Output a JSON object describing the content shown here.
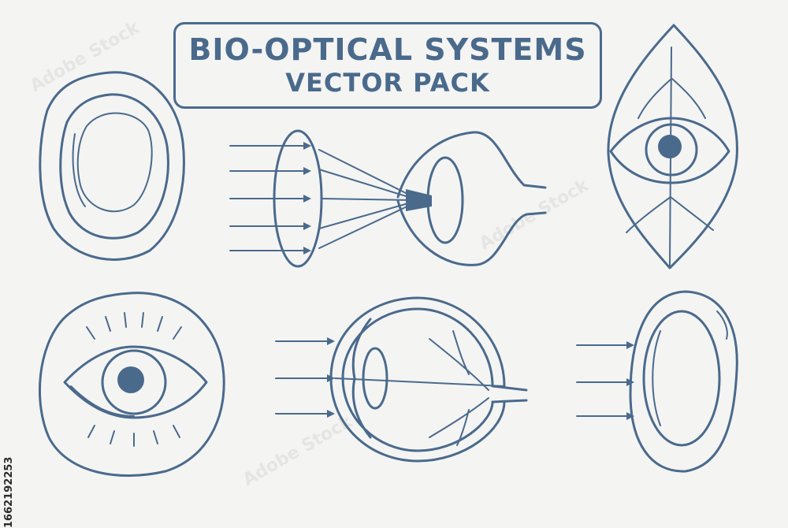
{
  "title": {
    "line1": "BIO-OPTICAL SYSTEMS",
    "line2": "VECTOR PACK"
  },
  "stock_id": "1662192253",
  "watermark": "Adobe Stock",
  "colors": {
    "stroke": "#4a6a8c",
    "background": "#f4f4f3"
  },
  "icons": [
    "cell-lens-icon",
    "lens-focusing-eye-icon",
    "leaf-eye-icon",
    "eye-lashes-icon",
    "eyeball-cross-section-icon",
    "light-entering-cell-icon"
  ]
}
